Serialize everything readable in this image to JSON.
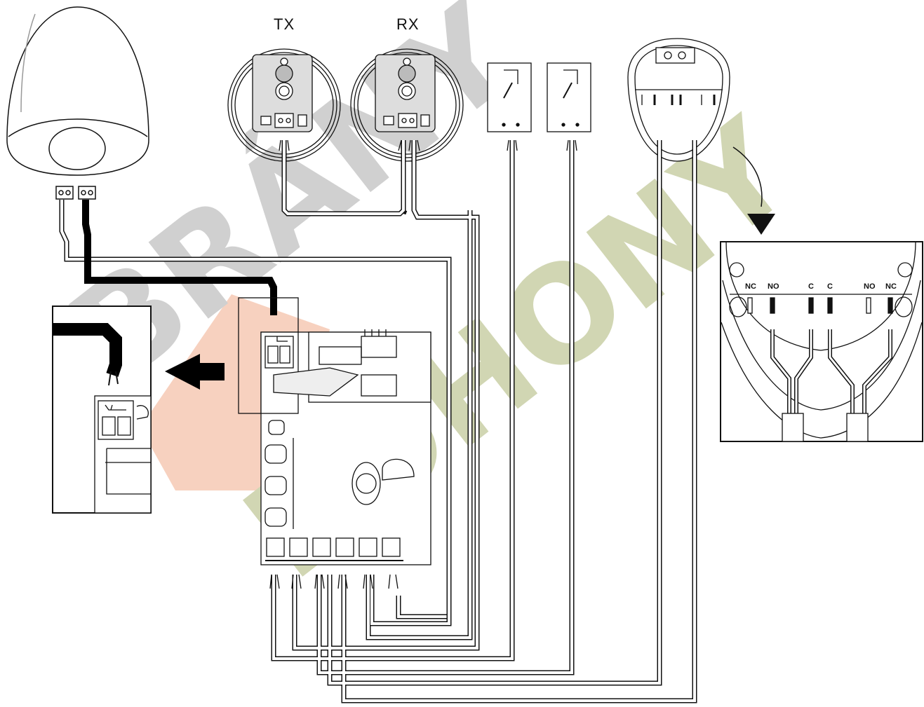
{
  "photocells": {
    "tx_label": "TX",
    "rx_label": "RX"
  },
  "key_selector_detail": {
    "terminals": [
      "NC",
      "NO",
      "C",
      "C",
      "NO",
      "NC"
    ]
  },
  "watermark": {
    "line1": "BRÁNY",
    "line2": "POHONY"
  },
  "colors": {
    "line": "#111111",
    "watermark_gray": "#c8c8c8",
    "watermark_olive": "#c9cfa6",
    "watermark_salmon": "#f6c9b4",
    "cable_black": "#000000"
  }
}
